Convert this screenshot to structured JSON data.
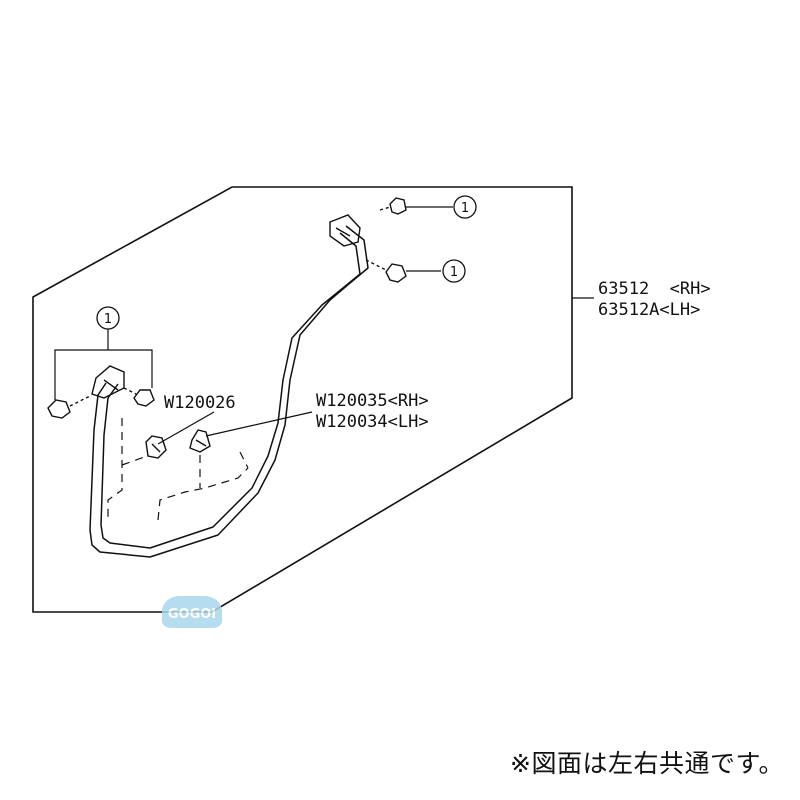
{
  "parts": {
    "weatherstrip_rh": "63512  <RH>",
    "weatherstrip_lh": "63512A<LH>",
    "clip_left": "W120026",
    "clip_right_rh": "W120035<RH>",
    "clip_right_lh": "W120034<LH>"
  },
  "callouts": [
    "1",
    "1",
    "1"
  ],
  "watermark": "GOGOI",
  "footnote": "※図面は左右共通です。",
  "colors": {
    "line": "#111111",
    "watermark": "#a9d8ec"
  }
}
